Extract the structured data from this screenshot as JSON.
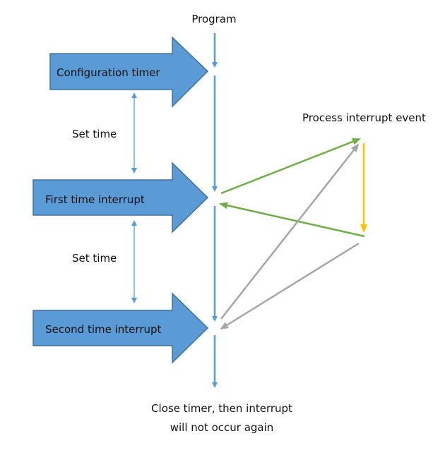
{
  "program_label": "Program",
  "stages": [
    {
      "label": "Configuration timer"
    },
    {
      "label": "First time interrupt"
    },
    {
      "label": "Second time interrupt"
    }
  ],
  "set_time_labels": [
    "Set time",
    "Set time"
  ],
  "process_label": "Process interrupt event",
  "close_label_line1": "Close timer, then interrupt",
  "close_label_line2": "will not occur again",
  "colors": {
    "block_arrow_fill": "#5B9BD5",
    "block_arrow_stroke": "#41719C",
    "timeline": "#5B9BD5",
    "green": "#70AD47",
    "gray": "#A5A5A5",
    "orange": "#FFC000"
  }
}
